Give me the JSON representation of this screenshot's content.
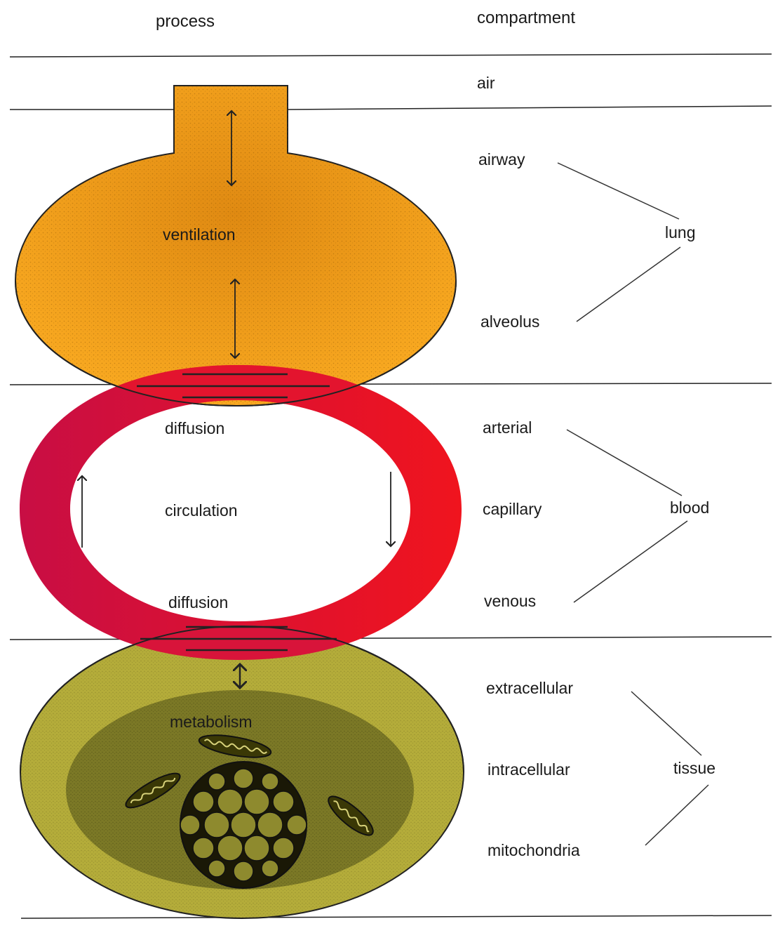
{
  "headers": {
    "process": "process",
    "compartment": "compartment"
  },
  "processes": {
    "ventilation": "ventilation",
    "diffusion_top": "diffusion",
    "circulation": "circulation",
    "diffusion_bottom": "diffusion",
    "metabolism": "metabolism"
  },
  "compartments": {
    "air": "air",
    "airway": "airway",
    "alveolus": "alveolus",
    "lung": "lung",
    "arterial": "arterial",
    "capillary": "capillary",
    "venous": "venous",
    "blood": "blood",
    "extracellular": "extracellular",
    "intracellular": "intracellular",
    "mitochondria": "mitochondria",
    "tissue": "tissue"
  },
  "colors": {
    "lung": "#f7a21c",
    "lung_shade": "#d97d10",
    "blood": "#e0123f",
    "blood_shade": "#b80e36",
    "tissue_outer": "#b8b03c",
    "tissue_inner": "#7a7728",
    "line": "#222222"
  }
}
